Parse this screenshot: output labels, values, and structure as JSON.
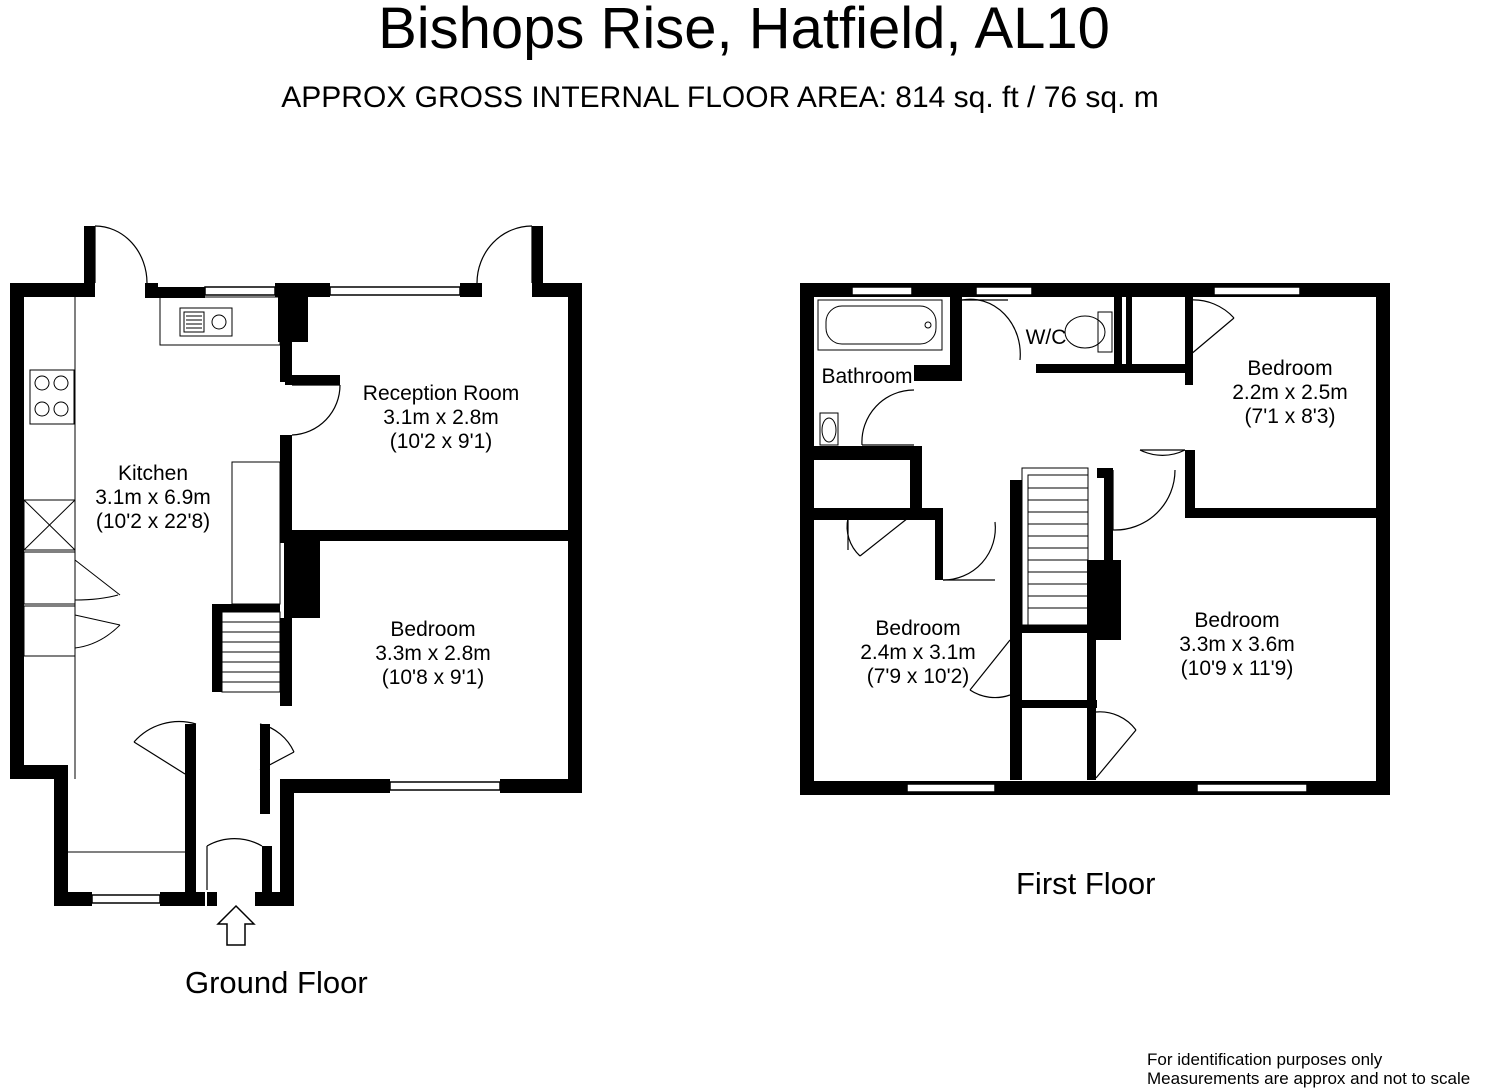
{
  "title": "Bishops Rise, Hatfield, AL10",
  "subtitle": "APPROX GROSS INTERNAL FLOOR AREA:  814 sq. ft / 76 sq. m",
  "floors": {
    "ground": {
      "label": "Ground Floor",
      "rooms": {
        "kitchen": {
          "name": "Kitchen",
          "metric": "3.1m x 6.9m",
          "imperial": "(10'2 x 22'8)"
        },
        "reception": {
          "name": "Reception Room",
          "metric": "3.1m x 2.8m",
          "imperial": "(10'2 x 9'1)"
        },
        "bedroom": {
          "name": "Bedroom",
          "metric": "3.3m x 2.8m",
          "imperial": "(10'8 x 9'1)"
        }
      }
    },
    "first": {
      "label": "First Floor",
      "rooms": {
        "bathroom": {
          "name": "Bathroom"
        },
        "wc": {
          "name": "W/C"
        },
        "bedroom_small": {
          "name": "Bedroom",
          "metric": "2.2m x 2.5m",
          "imperial": "(7'1 x 8'3)"
        },
        "bedroom_left": {
          "name": "Bedroom",
          "metric": "2.4m x 3.1m",
          "imperial": "(7'9 x 10'2)"
        },
        "bedroom_right": {
          "name": "Bedroom",
          "metric": "3.3m x 3.6m",
          "imperial": "(10'9 x 11'9)"
        }
      }
    }
  },
  "disclaimer": {
    "line1": "For identification purposes only",
    "line2": "Measurements are approx and not to scale"
  }
}
